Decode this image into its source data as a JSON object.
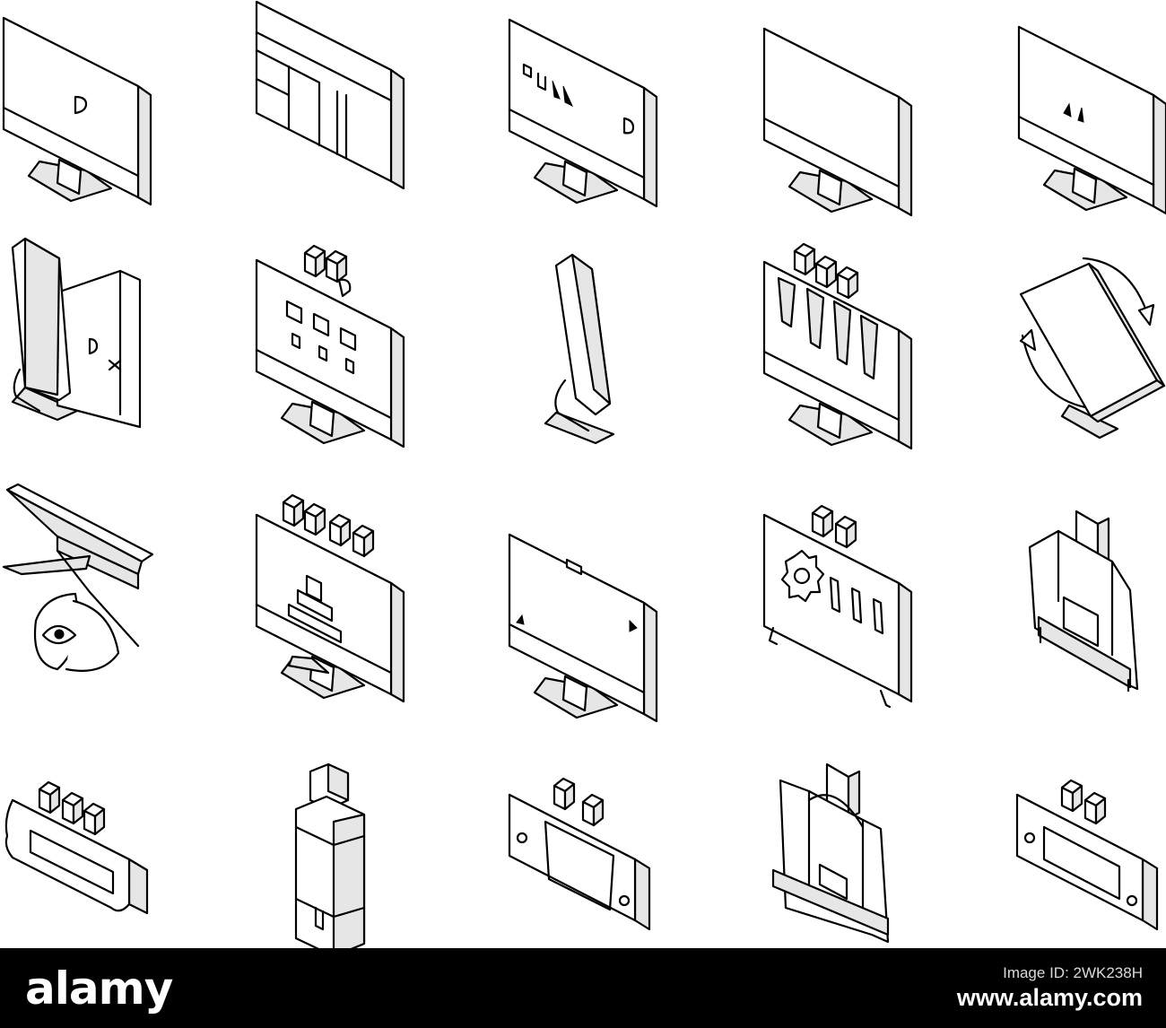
{
  "image": {
    "subject": "Isometric line icon set: computer monitors and display connectors",
    "style": "black outline, white fill"
  },
  "icons": [
    {
      "name": "monitor-icon"
    },
    {
      "name": "tiled-screen-icon"
    },
    {
      "name": "monitor-wide-icon"
    },
    {
      "name": "curved-monitor-icon"
    },
    {
      "name": "ultrawide-monitor-icon"
    },
    {
      "name": "dual-monitor-icon"
    },
    {
      "name": "monitor-apps-icon"
    },
    {
      "name": "thin-monitor-side-icon"
    },
    {
      "name": "monitor-charts-icon"
    },
    {
      "name": "rotate-monitor-icon"
    },
    {
      "name": "eye-care-monitor-icon"
    },
    {
      "name": "monitor-settings-icon"
    },
    {
      "name": "monitor-mount-icon"
    },
    {
      "name": "monitor-gear-icon"
    },
    {
      "name": "dvi-adapter-icon"
    },
    {
      "name": "hdmi-port-icon"
    },
    {
      "name": "usb-connector-icon"
    },
    {
      "name": "vga-port-icon"
    },
    {
      "name": "displayport-adapter-icon"
    },
    {
      "name": "display-port-icon"
    }
  ],
  "footer": {
    "brand": "alamy",
    "line1": "Image ID: 2WK238H",
    "line2": "www.alamy.com",
    "background": "#000000",
    "text_color": "#ffffff"
  }
}
